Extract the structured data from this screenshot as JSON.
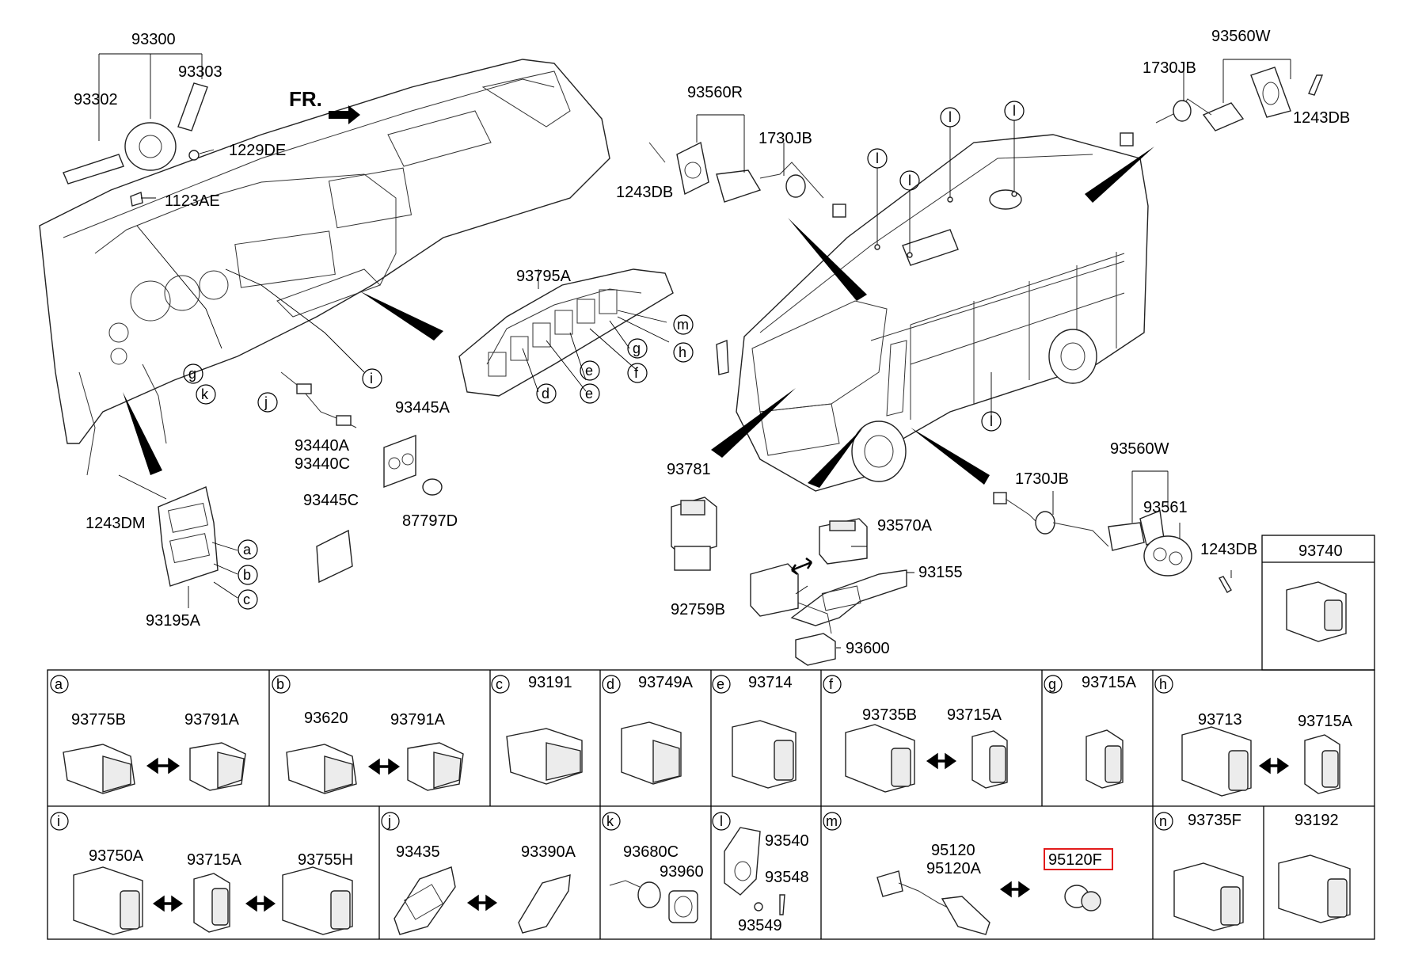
{
  "diagram": {
    "direction_label": "FR.",
    "upper_labels": {
      "p93300": "93300",
      "p93303": "93303",
      "p93302": "93302",
      "p1229DE": "1229DE",
      "p1123AE": "1123AE",
      "p93795A": "93795A",
      "p93560R": "93560R",
      "p1730JB_a": "1730JB",
      "p1243DB_a": "1243DB",
      "p93560W_a": "93560W",
      "p1730JB_b": "1730JB",
      "p1243DB_b": "1243DB",
      "p93445A": "93445A",
      "p93440A": "93440A",
      "p93440C": "93440C",
      "p87797D": "87797D",
      "p93445C": "93445C",
      "p1243DM": "1243DM",
      "p93195A": "93195A",
      "p93781": "93781",
      "p93570A": "93570A",
      "p93155": "93155",
      "p92759B": "92759B",
      "p93600": "93600",
      "p1730JB_c": "1730JB",
      "p93560W_b": "93560W",
      "p93561": "93561",
      "p1243DB_c": "1243DB",
      "p93740": "93740"
    },
    "letters": {
      "g1": "g",
      "k1": "k",
      "i1": "i",
      "j1": "j",
      "a1": "a",
      "b1": "b",
      "c1": "c",
      "m1": "m",
      "h1": "h",
      "g2": "g",
      "f1": "f",
      "e1": "e",
      "e2": "e",
      "d1": "d",
      "l1": "l",
      "l2": "l",
      "l3": "l",
      "l4": "l",
      "l5": "l"
    },
    "table_row1": [
      {
        "key": "a",
        "parts": [
          "93775B",
          "93791A"
        ]
      },
      {
        "key": "b",
        "parts": [
          "93620",
          "93791A"
        ]
      },
      {
        "key": "c",
        "parts": [
          "93191"
        ]
      },
      {
        "key": "d",
        "parts": [
          "93749A"
        ]
      },
      {
        "key": "e",
        "parts": [
          "93714"
        ]
      },
      {
        "key": "f",
        "parts": [
          "93735B",
          "93715A"
        ]
      },
      {
        "key": "g",
        "parts": [
          "93715A"
        ]
      },
      {
        "key": "h",
        "parts": [
          "93713",
          "93715A"
        ]
      }
    ],
    "table_row2": [
      {
        "key": "i",
        "parts": [
          "93750A",
          "93715A",
          "93755H"
        ]
      },
      {
        "key": "j",
        "parts": [
          "93435",
          "93390A"
        ]
      },
      {
        "key": "k",
        "parts": [
          "93680C",
          "93960"
        ]
      },
      {
        "key": "l",
        "parts": [
          "93540",
          "93548",
          "93549"
        ]
      },
      {
        "key": "m",
        "parts": [
          "95120",
          "95120A",
          "95120F"
        ]
      },
      {
        "key": "n",
        "parts": [
          "93735F"
        ]
      },
      {
        "key": "",
        "parts": [
          "93192"
        ]
      }
    ],
    "highlighted_part": "95120F",
    "highlight_color": "#e21b1b"
  }
}
